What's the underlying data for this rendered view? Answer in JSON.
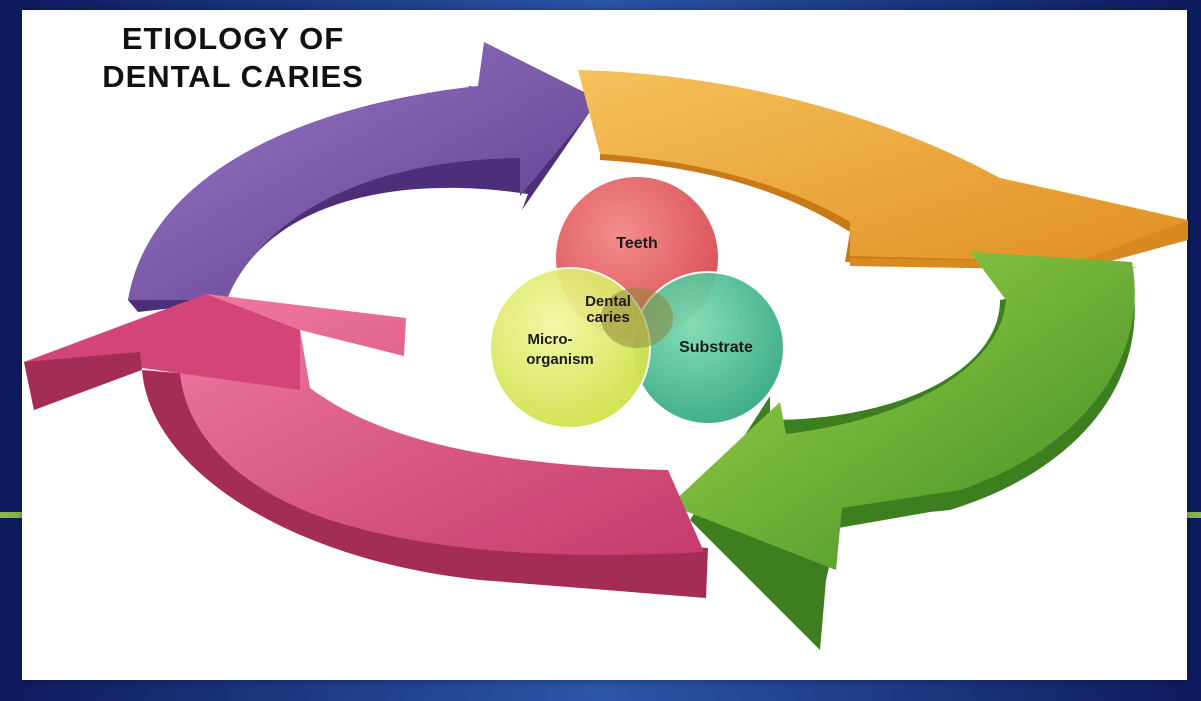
{
  "title": {
    "line1": "ETIOLOGY OF",
    "line2": "DENTAL CARIES"
  },
  "venn": {
    "top": "Teeth",
    "right": "Substrate",
    "left_line1": "Micro-",
    "left_line2": "organism",
    "center_line1": "Dental",
    "center_line2": "caries"
  },
  "colors": {
    "arrow_purple": "#7a52a9",
    "arrow_orange": "#f0a838",
    "arrow_green": "#6fb534",
    "arrow_pink": "#de4f84",
    "circle_red": "#e66a6a",
    "circle_teal": "#4cc49a",
    "circle_yellow": "#e3ee5e"
  }
}
